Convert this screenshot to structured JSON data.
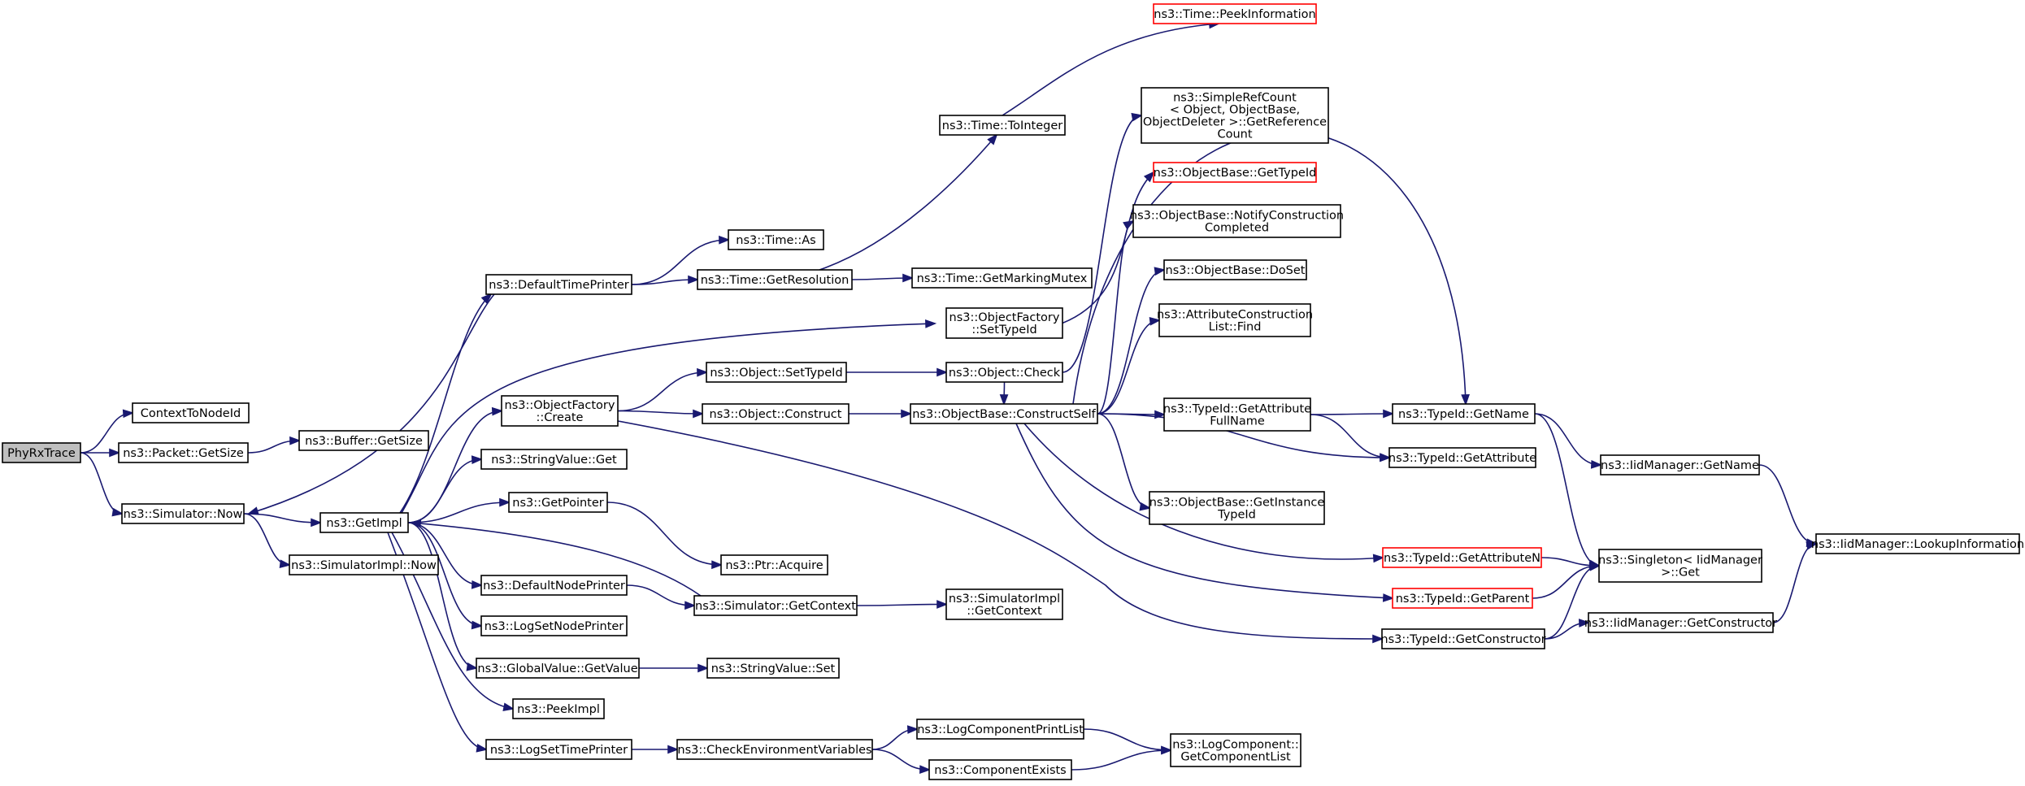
{
  "graph": {
    "colors": {
      "edge": "#191970",
      "node_border": "#000000",
      "truncated_border": "#ff0000",
      "root_fill": "#bfbfbf",
      "node_fill": "#ffffff"
    },
    "nodes": {
      "phyrxtrace": {
        "lines": [
          "PhyRxTrace"
        ],
        "root": true
      },
      "contexttonodeid": {
        "lines": [
          "ContextToNodeId"
        ]
      },
      "packet_getsize": {
        "lines": [
          "ns3::Packet::GetSize"
        ]
      },
      "buffer_getsize": {
        "lines": [
          "ns3::Buffer::GetSize"
        ]
      },
      "simulator_now": {
        "lines": [
          "ns3::Simulator::Now"
        ]
      },
      "simulatorimpl_now": {
        "lines": [
          "ns3::SimulatorImpl::Now"
        ]
      },
      "getimpl": {
        "lines": [
          "ns3::GetImpl"
        ]
      },
      "defaulttimeprinter": {
        "lines": [
          "ns3::DefaultTimePrinter"
        ]
      },
      "objectfactory_create": {
        "lines": [
          "ns3::ObjectFactory",
          "::Create"
        ]
      },
      "stringvalue_get": {
        "lines": [
          "ns3::StringValue::Get"
        ]
      },
      "getpointer": {
        "lines": [
          "ns3::GetPointer"
        ]
      },
      "defaultnodeprinter": {
        "lines": [
          "ns3::DefaultNodePrinter"
        ]
      },
      "logsetnodeprinter": {
        "lines": [
          "ns3::LogSetNodePrinter"
        ]
      },
      "globalvalue_getvalue": {
        "lines": [
          "ns3::GlobalValue::GetValue"
        ]
      },
      "peekimpl": {
        "lines": [
          "ns3::PeekImpl"
        ]
      },
      "logsettimeprinter": {
        "lines": [
          "ns3::LogSetTimePrinter"
        ]
      },
      "time_as": {
        "lines": [
          "ns3::Time::As"
        ]
      },
      "time_getresolution": {
        "lines": [
          "ns3::Time::GetResolution"
        ]
      },
      "object_settypeid": {
        "lines": [
          "ns3::Object::SetTypeId"
        ]
      },
      "object_construct": {
        "lines": [
          "ns3::Object::Construct"
        ]
      },
      "ptr_acquire": {
        "lines": [
          "ns3::Ptr::Acquire"
        ]
      },
      "simulator_getcontext": {
        "lines": [
          "ns3::Simulator::GetContext"
        ]
      },
      "stringvalue_set": {
        "lines": [
          "ns3::StringValue::Set"
        ]
      },
      "checkenvironmentvariables": {
        "lines": [
          "ns3::CheckEnvironmentVariables"
        ]
      },
      "time_peekinformation": {
        "lines": [
          "ns3::Time::PeekInformation"
        ],
        "truncated": true
      },
      "time_tointeger": {
        "lines": [
          "ns3::Time::ToInteger"
        ]
      },
      "time_getmarkingmutex": {
        "lines": [
          "ns3::Time::GetMarkingMutex"
        ]
      },
      "objectfactory_settypeid": {
        "lines": [
          "ns3::ObjectFactory",
          "::SetTypeId"
        ]
      },
      "object_check": {
        "lines": [
          "ns3::Object::Check"
        ]
      },
      "objectbase_constructself": {
        "lines": [
          "ns3::ObjectBase::ConstructSelf"
        ]
      },
      "simulatorimpl_getcontext": {
        "lines": [
          "ns3::SimulatorImpl",
          "::GetContext"
        ]
      },
      "logcomponentprintlist": {
        "lines": [
          "ns3::LogComponentPrintList"
        ]
      },
      "componentexists": {
        "lines": [
          "ns3::ComponentExists"
        ]
      },
      "simplerefcount": {
        "lines": [
          "ns3::SimpleRefCount",
          "< Object, ObjectBase,",
          " ObjectDeleter >::GetReference",
          "Count"
        ]
      },
      "objectbase_gettypeid": {
        "lines": [
          "ns3::ObjectBase::GetTypeId"
        ],
        "truncated": true
      },
      "objectbase_notifyconstructioncompleted": {
        "lines": [
          "ns3::ObjectBase::NotifyConstruction",
          "Completed"
        ]
      },
      "objectbase_doset": {
        "lines": [
          "ns3::ObjectBase::DoSet"
        ]
      },
      "attributeconstructionlist_find": {
        "lines": [
          "ns3::AttributeConstruction",
          "List::Find"
        ]
      },
      "typeid_getattributefullname": {
        "lines": [
          "ns3::TypeId::GetAttribute",
          "FullName"
        ]
      },
      "objectbase_getinstancetypeid": {
        "lines": [
          "ns3::ObjectBase::GetInstance",
          "TypeId"
        ]
      },
      "logcomponent_getcomponentlist": {
        "lines": [
          "ns3::LogComponent::",
          "GetComponentList"
        ]
      },
      "typeid_getname": {
        "lines": [
          "ns3::TypeId::GetName"
        ]
      },
      "typeid_getattribute": {
        "lines": [
          "ns3::TypeId::GetAttribute"
        ]
      },
      "typeid_getattributen": {
        "lines": [
          "ns3::TypeId::GetAttributeN"
        ],
        "truncated": true
      },
      "typeid_getparent": {
        "lines": [
          "ns3::TypeId::GetParent"
        ],
        "truncated": true
      },
      "typeid_getconstructor": {
        "lines": [
          "ns3::TypeId::GetConstructor"
        ]
      },
      "iidmanager_getname": {
        "lines": [
          "ns3::IidManager::GetName"
        ]
      },
      "singleton_get": {
        "lines": [
          "ns3::Singleton< IidManager",
          " >::Get"
        ]
      },
      "iidmanager_getconstructor": {
        "lines": [
          "ns3::IidManager::GetConstructor"
        ]
      },
      "iidmanager_lookupinformation": {
        "lines": [
          "ns3::IidManager::LookupInformation"
        ]
      }
    },
    "edges": [
      [
        "phyrxtrace",
        "contexttonodeid"
      ],
      [
        "phyrxtrace",
        "packet_getsize"
      ],
      [
        "phyrxtrace",
        "simulator_now"
      ],
      [
        "packet_getsize",
        "buffer_getsize"
      ],
      [
        "simulator_now",
        "simulatorimpl_now"
      ],
      [
        "simulator_now",
        "getimpl"
      ],
      [
        "getimpl",
        "defaulttimeprinter"
      ],
      [
        "getimpl",
        "objectfactory_create"
      ],
      [
        "getimpl",
        "stringvalue_get"
      ],
      [
        "getimpl",
        "getpointer"
      ],
      [
        "getimpl",
        "defaultnodeprinter"
      ],
      [
        "getimpl",
        "logsetnodeprinter"
      ],
      [
        "getimpl",
        "globalvalue_getvalue"
      ],
      [
        "getimpl",
        "peekimpl"
      ],
      [
        "getimpl",
        "logsettimeprinter"
      ],
      [
        "getimpl",
        "objectfactory_settypeid"
      ],
      [
        "defaulttimeprinter",
        "time_as"
      ],
      [
        "defaulttimeprinter",
        "time_getresolution"
      ],
      [
        "defaulttimeprinter",
        "simulator_now"
      ],
      [
        "time_getresolution",
        "time_getmarkingmutex"
      ],
      [
        "time_getresolution",
        "time_tointeger"
      ],
      [
        "time_tointeger",
        "time_peekinformation"
      ],
      [
        "objectfactory_create",
        "object_settypeid"
      ],
      [
        "objectfactory_create",
        "object_construct"
      ],
      [
        "objectfactory_create",
        "typeid_getconstructor"
      ],
      [
        "objectfactory_settypeid",
        "objectbase_gettypeid"
      ],
      [
        "object_settypeid",
        "object_check"
      ],
      [
        "object_check",
        "objectbase_constructself"
      ],
      [
        "object_check",
        "simplerefcount"
      ],
      [
        "object_construct",
        "objectbase_constructself"
      ],
      [
        "getpointer",
        "ptr_acquire"
      ],
      [
        "defaultnodeprinter",
        "simulator_getcontext"
      ],
      [
        "simulator_getcontext",
        "getimpl"
      ],
      [
        "simulator_getcontext",
        "simulatorimpl_getcontext"
      ],
      [
        "globalvalue_getvalue",
        "stringvalue_set"
      ],
      [
        "logsettimeprinter",
        "checkenvironmentvariables"
      ],
      [
        "checkenvironmentvariables",
        "logcomponentprintlist"
      ],
      [
        "checkenvironmentvariables",
        "componentexists"
      ],
      [
        "logcomponentprintlist",
        "logcomponent_getcomponentlist"
      ],
      [
        "componentexists",
        "logcomponent_getcomponentlist"
      ],
      [
        "objectbase_constructself",
        "objectbase_notifyconstructioncompleted"
      ],
      [
        "objectbase_constructself",
        "objectbase_doset"
      ],
      [
        "objectbase_constructself",
        "attributeconstructionlist_find"
      ],
      [
        "objectbase_constructself",
        "typeid_getattributefullname"
      ],
      [
        "objectbase_constructself",
        "typeid_getname"
      ],
      [
        "objectbase_constructself",
        "typeid_getattribute"
      ],
      [
        "objectbase_constructself",
        "objectbase_getinstancetypeid"
      ],
      [
        "objectbase_constructself",
        "typeid_getattributen"
      ],
      [
        "objectbase_constructself",
        "typeid_getparent"
      ],
      [
        "objectbase_constructself",
        "typeid_getname"
      ],
      [
        "typeid_getattributefullname",
        "typeid_getname"
      ],
      [
        "typeid_getattributefullname",
        "typeid_getattribute"
      ],
      [
        "typeid_getname",
        "iidmanager_getname"
      ],
      [
        "typeid_getname",
        "singleton_get"
      ],
      [
        "typeid_getattributen",
        "singleton_get"
      ],
      [
        "typeid_getparent",
        "singleton_get"
      ],
      [
        "typeid_getconstructor",
        "singleton_get"
      ],
      [
        "typeid_getconstructor",
        "iidmanager_getconstructor"
      ],
      [
        "iidmanager_getname",
        "iidmanager_lookupinformation"
      ],
      [
        "iidmanager_getconstructor",
        "iidmanager_lookupinformation"
      ]
    ]
  }
}
